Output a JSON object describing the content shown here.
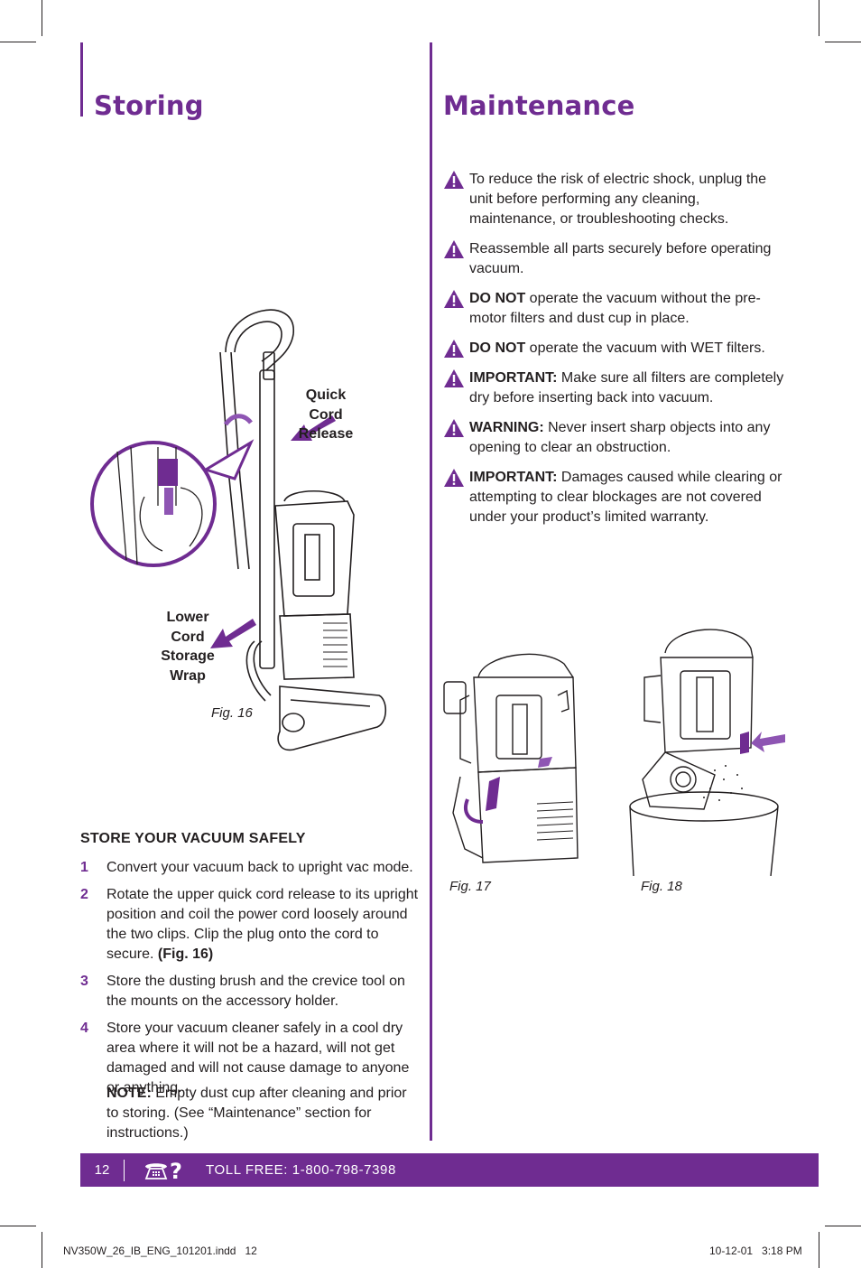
{
  "page": {
    "storing_title": "Storing",
    "maintenance_title": "Maintenance"
  },
  "maintenance": {
    "warnings": [
      {
        "bold": "",
        "text": "To reduce the risk of electric shock, unplug the unit before performing any cleaning, maintenance, or troubleshooting checks."
      },
      {
        "bold": "",
        "text": "Reassemble all parts securely before operating vacuum."
      },
      {
        "bold": "DO NOT",
        "text": " operate the vacuum without the pre-motor filters and dust cup in place."
      },
      {
        "bold": "DO NOT",
        "text": " operate the vacuum with WET filters."
      },
      {
        "bold": "IMPORTANT:",
        "text": " Make sure all filters are completely dry before inserting back into vacuum."
      },
      {
        "bold": "WARNING:",
        "text": " Never insert sharp objects into any opening to clear an obstruction."
      },
      {
        "bold": "IMPORTANT:",
        "text": " Damages caused while clearing or attempting to clear blockages are not covered under your product’s limited warranty."
      }
    ],
    "fig17_label": "Fig. 17",
    "fig18_label": "Fig. 18"
  },
  "storing": {
    "fig16_label": "Fig. 16",
    "callout_quick": "Quick Cord Release",
    "callout_lower": "Lower Cord Storage Wrap",
    "heading": "STORE YOUR VACUUM SAFELY",
    "steps": [
      {
        "num": "1",
        "text": "Convert your vacuum back to upright vac mode.",
        "ref": ""
      },
      {
        "num": "2",
        "text": "Rotate the upper quick cord release to its upright position and coil the power cord loosely around the two clips. Clip the plug onto the cord to secure. ",
        "ref": "(Fig. 16)"
      },
      {
        "num": "3",
        "text": "Store the dusting brush and the crevice tool on the mounts on the accessory holder.",
        "ref": ""
      },
      {
        "num": "4",
        "text": "Store your vacuum cleaner safely in a cool dry area where it will not be a hazard, will not get damaged and will not cause damage to anyone or anything.",
        "ref": ""
      }
    ],
    "note_label": "NOTE:",
    "note_text": " Empty dust cup after cleaning and prior to storing. (See “Maintenance” section for instructions.)"
  },
  "footer": {
    "page_number": "12",
    "toll_free": "TOLL FREE: 1-800-798-7398",
    "phone_icon": "phone-question-icon"
  },
  "slug": {
    "file": "NV350W_26_IB_ENG_101201.indd   12",
    "date": "10-12-01   3:18 PM"
  },
  "colors": {
    "brand_purple": "#6f2c91",
    "text": "#231f20"
  }
}
